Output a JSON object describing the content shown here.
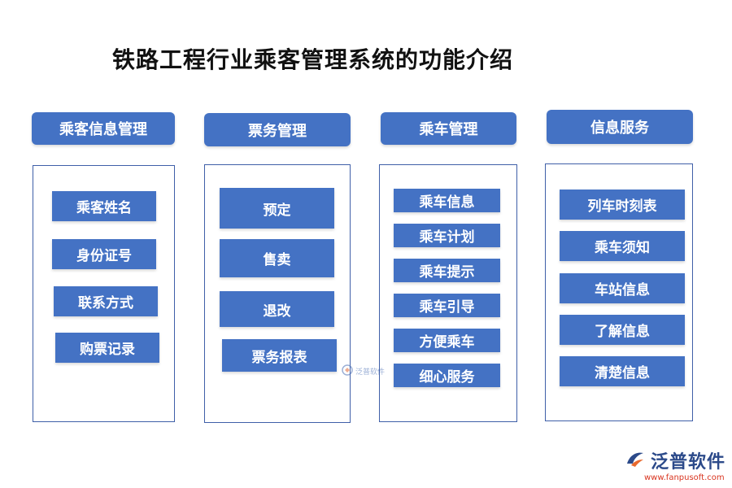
{
  "title": "铁路工程行业乘客管理系统的功能介绍",
  "columns": [
    {
      "header": "乘客信息管理",
      "items": [
        "乘客姓名",
        "身份证号",
        "联系方式",
        "购票记录"
      ]
    },
    {
      "header": "票务管理",
      "items": [
        "预定",
        "售卖",
        "退改",
        "票务报表"
      ]
    },
    {
      "header": "乘车管理",
      "items": [
        "乘车信息",
        "乘车计划",
        "乘车提示",
        "乘车引导",
        "方便乘车",
        "细心服务"
      ]
    },
    {
      "header": "信息服务",
      "items": [
        "列车时刻表",
        "乘车须知",
        "车站信息",
        "了解信息",
        "清楚信息"
      ]
    }
  ],
  "watermark": {
    "center_text": "泛普软件"
  },
  "logo": {
    "name": "泛普软件",
    "url": "www.fanpusoft.com",
    "icon": "fanpu-logo-icon"
  },
  "colors": {
    "box": "#4472c4",
    "border": "#3f5fa8",
    "text": "#ffffff"
  }
}
